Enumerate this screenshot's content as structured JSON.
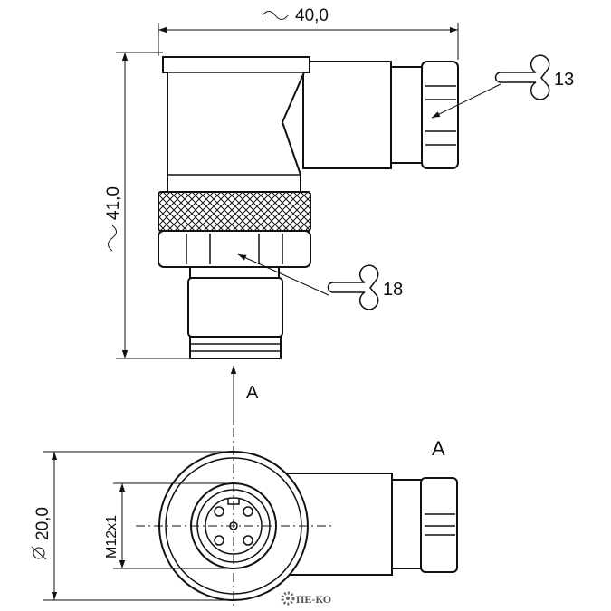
{
  "dimensions": {
    "width": "40,0",
    "height": "41,0",
    "diameter": "20,0",
    "thread": "M12x1"
  },
  "wrench_sizes": {
    "nut_right": "13",
    "nut_bottom": "18"
  },
  "view_labels": {
    "arrow": "A",
    "view": "A"
  },
  "logo": {
    "text": "ПЕ-КО"
  }
}
